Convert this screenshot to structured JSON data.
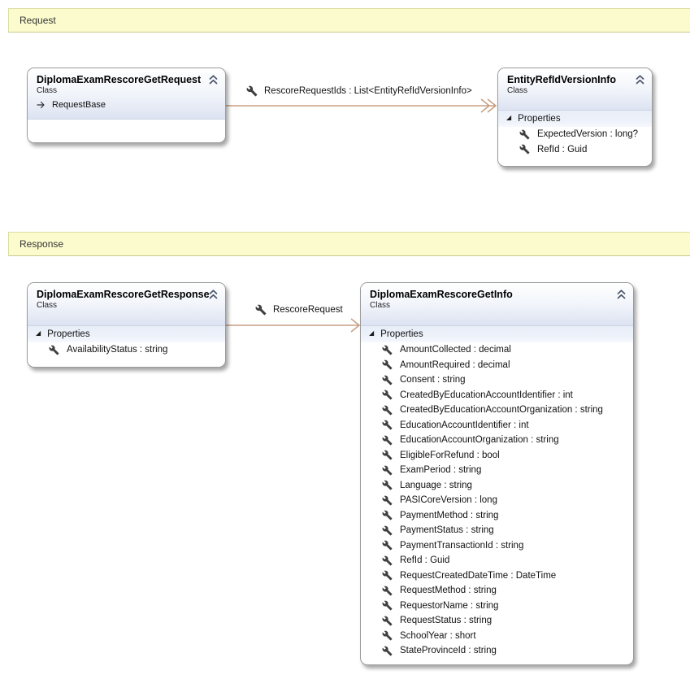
{
  "banners": {
    "request": "Request",
    "response": "Response"
  },
  "classes": [
    {
      "name": "DiplomaExamRescoreGetRequest",
      "stereotype": "Class",
      "base": "RequestBase"
    },
    {
      "name": "EntityRefIdVersionInfo",
      "stereotype": "Class",
      "properties_label": "Properties",
      "properties": [
        "ExpectedVersion : long?",
        "RefId : Guid"
      ]
    },
    {
      "name": "DiplomaExamRescoreGetResponse",
      "stereotype": "Class",
      "properties_label": "Properties",
      "properties": [
        "AvailabilityStatus : string"
      ]
    },
    {
      "name": "DiplomaExamRescoreGetInfo",
      "stereotype": "Class",
      "properties_label": "Properties",
      "properties": [
        "AmountCollected : decimal",
        "AmountRequired : decimal",
        "Consent : string",
        "CreatedByEducationAccountIdentifier : int",
        "CreatedByEducationAccountOrganization : string",
        "EducationAccountIdentifier : int",
        "EducationAccountOrganization : string",
        "EligibleForRefund : bool",
        "ExamPeriod : string",
        "Language : string",
        "PASICoreVersion : long",
        "PaymentMethod : string",
        "PaymentStatus : string",
        "PaymentTransactionId : string",
        "RefId : Guid",
        "RequestCreatedDateTime : DateTime",
        "RequestMethod : string",
        "RequestorName : string",
        "RequestStatus : string",
        "SchoolYear : short",
        "StateProvinceId : string"
      ]
    }
  ],
  "associations": [
    {
      "label": "RescoreRequestIds : List<EntityRefIdVersionInfo>"
    },
    {
      "label": "RescoreRequest"
    }
  ],
  "colors": {
    "banner_bg": "#fbfbce",
    "banner_border": "#dddda4",
    "arrow": "#c79d80",
    "box_border": "#9b9b9b",
    "header_gradient_end": "#dde3f2",
    "section_bg": "#e8eef8",
    "chevron": "#4a5568",
    "wrench": "#3f3f3f"
  }
}
